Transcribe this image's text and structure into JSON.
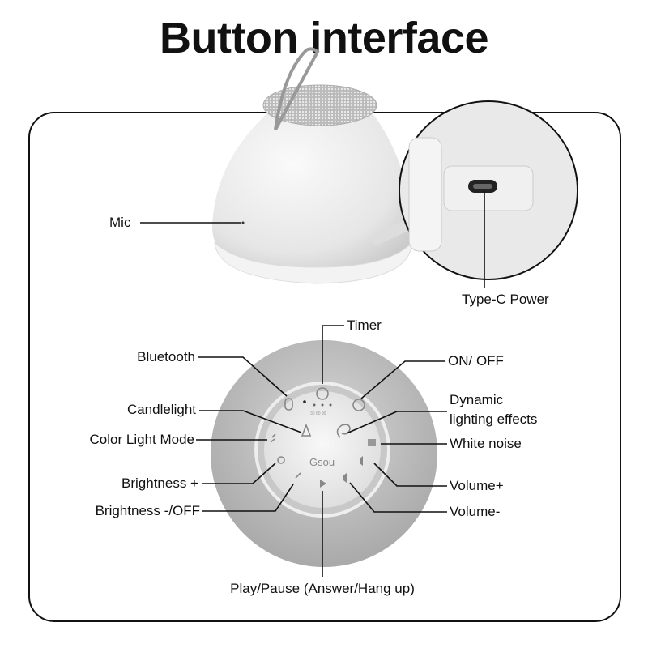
{
  "title": "Button interface",
  "device": {
    "brand_logo": "Gsou",
    "timer_marks": [
      "30",
      "60",
      "90"
    ]
  },
  "labels": {
    "mic": "Mic",
    "type_c": "Type-C Power",
    "timer": "Timer",
    "bluetooth": "Bluetooth",
    "on_off": "ON/ OFF",
    "candlelight": "Candlelight",
    "dynamic_1": "Dynamic",
    "dynamic_2": "lighting effects",
    "color_light": "Color Light Mode",
    "white_noise": "White noise",
    "brightness_plus": "Brightness +",
    "volume_plus": "Volume+",
    "brightness_minus": "Brightness -/OFF",
    "volume_minus": "Volume-",
    "play_pause": "Play/Pause (Answer/Hang up)"
  }
}
